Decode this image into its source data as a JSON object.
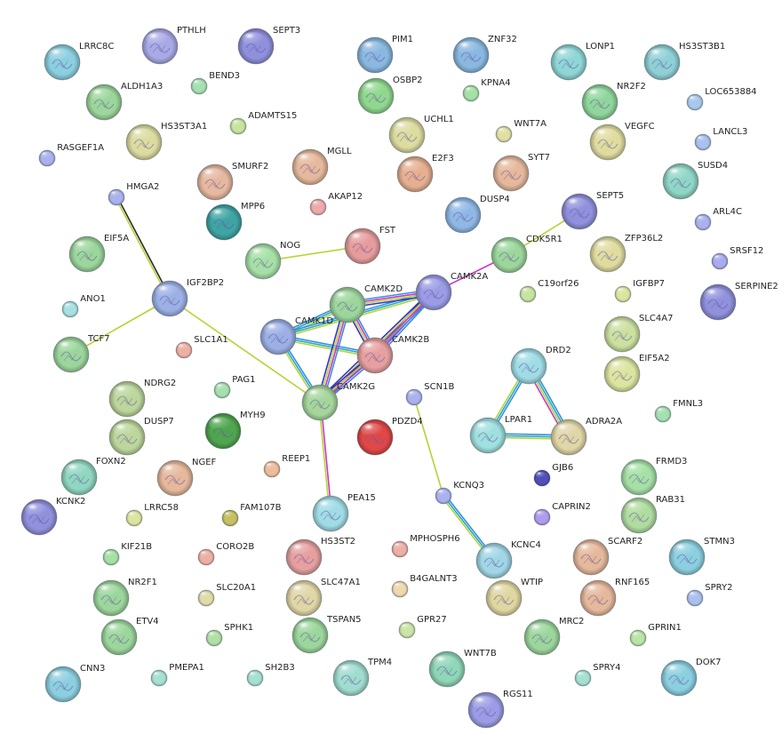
{
  "colors": {
    "coexpression": "#2c2c2c",
    "textmining": "#b5d334",
    "experiments": "#cc33cc",
    "databases": "#3a8fd9",
    "neighborhood": "#3333cc",
    "extra": "#22aacc"
  },
  "nodes": [
    {
      "id": "LRRC8C",
      "label": "LRRC8C",
      "color": "#8ccfe0",
      "size": "large"
    },
    {
      "id": "PTHLH",
      "label": "PTHLH",
      "color": "#a9a9e6",
      "size": "large"
    },
    {
      "id": "SEPT3",
      "label": "SEPT3",
      "color": "#9090dd",
      "size": "large"
    },
    {
      "id": "PIM1",
      "label": "PIM1",
      "color": "#8ab8e0",
      "size": "large"
    },
    {
      "id": "ZNF32",
      "label": "ZNF32",
      "color": "#8ab8e0",
      "size": "large"
    },
    {
      "id": "LONP1",
      "label": "LONP1",
      "color": "#8fd6d6",
      "size": "large"
    },
    {
      "id": "HS3ST3B1",
      "label": "HS3ST3B1",
      "color": "#8fd0d6",
      "size": "large"
    },
    {
      "id": "BEND3",
      "label": "BEND3",
      "color": "#a6e0b0",
      "size": "small"
    },
    {
      "id": "ALDH1A3",
      "label": "ALDH1A3",
      "color": "#9cd69c",
      "size": "large"
    },
    {
      "id": "OSBP2",
      "label": "OSBP2",
      "color": "#90d88f",
      "size": "large"
    },
    {
      "id": "KPNA4",
      "label": "KPNA4",
      "color": "#a6e0a6",
      "size": "small"
    },
    {
      "id": "NR2F2",
      "label": "NR2F2",
      "color": "#90d69c",
      "size": "large"
    },
    {
      "id": "LOC653884",
      "label": "LOC653884",
      "color": "#aac8ee",
      "size": "small"
    },
    {
      "id": "ADAMTS15",
      "label": "ADAMTS15",
      "color": "#c6e4a0",
      "size": "small"
    },
    {
      "id": "HS3ST3A1",
      "label": "HS3ST3A1",
      "color": "#dcdca0",
      "size": "large"
    },
    {
      "id": "UCHL1",
      "label": "UCHL1",
      "color": "#dcdca0",
      "size": "large"
    },
    {
      "id": "WNT7A",
      "label": "WNT7A",
      "color": "#e0e0a6",
      "size": "small"
    },
    {
      "id": "VEGFC",
      "label": "VEGFC",
      "color": "#e0dca0",
      "size": "large"
    },
    {
      "id": "LANCL3",
      "label": "LANCL3",
      "color": "#aac0ee",
      "size": "small"
    },
    {
      "id": "RASGEF1A",
      "label": "RASGEF1A",
      "color": "#aab2ee",
      "size": "small"
    },
    {
      "id": "MGLL",
      "label": "MGLL",
      "color": "#e6b89c",
      "size": "large"
    },
    {
      "id": "E2F3",
      "label": "E2F3",
      "color": "#e6b090",
      "size": "large"
    },
    {
      "id": "SYT7",
      "label": "SYT7",
      "color": "#e6b89c",
      "size": "large"
    },
    {
      "id": "SUSD4",
      "label": "SUSD4",
      "color": "#90d6c6",
      "size": "large"
    },
    {
      "id": "SMURF2",
      "label": "SMURF2",
      "color": "#e6b8a0",
      "size": "large"
    },
    {
      "id": "HMGA2",
      "label": "HMGA2",
      "color": "#aab2ee",
      "size": "small"
    },
    {
      "id": "AKAP12",
      "label": "AKAP12",
      "color": "#eeaaaa",
      "size": "small"
    },
    {
      "id": "MPP6",
      "label": "MPP6",
      "color": "#3fa4a4",
      "size": "large"
    },
    {
      "id": "DUSP4",
      "label": "DUSP4",
      "color": "#90b8e6",
      "size": "large"
    },
    {
      "id": "SEPT5",
      "label": "SEPT5",
      "color": "#9090dd",
      "size": "large"
    },
    {
      "id": "ARL4C",
      "label": "ARL4C",
      "color": "#aab2ee",
      "size": "small"
    },
    {
      "id": "EIF5A",
      "label": "EIF5A",
      "color": "#9cd69c",
      "size": "large"
    },
    {
      "id": "NOG",
      "label": "NOG",
      "color": "#a6e0a6",
      "size": "large"
    },
    {
      "id": "FST",
      "label": "FST",
      "color": "#e69c9c",
      "size": "large"
    },
    {
      "id": "CDK5R1",
      "label": "CDK5R1",
      "color": "#9cd69c",
      "size": "large"
    },
    {
      "id": "ZFP36L2",
      "label": "ZFP36L2",
      "color": "#e0dca0",
      "size": "large"
    },
    {
      "id": "SRSF12",
      "label": "SRSF12",
      "color": "#aaaaee",
      "size": "small"
    },
    {
      "id": "IGF2BP2",
      "label": "IGF2BP2",
      "color": "#9cb0e6",
      "size": "large"
    },
    {
      "id": "CAMK2A",
      "label": "CAMK2A",
      "color": "#9c9ce6",
      "size": "large"
    },
    {
      "id": "C19orf26",
      "label": "C19orf26",
      "color": "#c6e4a0",
      "size": "small"
    },
    {
      "id": "IGFBP7",
      "label": "IGFBP7",
      "color": "#dce4a0",
      "size": "small"
    },
    {
      "id": "SERPINE2",
      "label": "SERPINE2",
      "color": "#9090dd",
      "size": "large"
    },
    {
      "id": "CAMK2D",
      "label": "CAMK2D",
      "color": "#9cd69c",
      "size": "large"
    },
    {
      "id": "ANO1",
      "label": "ANO1",
      "color": "#a6e0e0",
      "size": "small"
    },
    {
      "id": "CAMK1D",
      "label": "CAMK1D",
      "color": "#9cb0e6",
      "size": "large"
    },
    {
      "id": "SLC4A7",
      "label": "SLC4A7",
      "color": "#cce0a0",
      "size": "large"
    },
    {
      "id": "TCF7",
      "label": "TCF7",
      "color": "#9cd69c",
      "size": "large"
    },
    {
      "id": "SLC1A1",
      "label": "SLC1A1",
      "color": "#eeb0a6",
      "size": "small"
    },
    {
      "id": "CAMK2B",
      "label": "CAMK2B",
      "color": "#e6a0a0",
      "size": "large"
    },
    {
      "id": "DRD2",
      "label": "DRD2",
      "color": "#a0dce6",
      "size": "large"
    },
    {
      "id": "EIF5A2",
      "label": "EIF5A2",
      "color": "#dce4a0",
      "size": "large"
    },
    {
      "id": "NDRG2",
      "label": "NDRG2",
      "color": "#bcd69c",
      "size": "large"
    },
    {
      "id": "PAG1",
      "label": "PAG1",
      "color": "#a6e0b0",
      "size": "small"
    },
    {
      "id": "CAMK2G",
      "label": "CAMK2G",
      "color": "#a6d69c",
      "size": "large"
    },
    {
      "id": "SCN1B",
      "label": "SCN1B",
      "color": "#aab2ee",
      "size": "small"
    },
    {
      "id": "DUSP7",
      "label": "DUSP7",
      "color": "#bcd69c",
      "size": "large"
    },
    {
      "id": "MYH9",
      "label": "MYH9",
      "color": "#4fa64f",
      "size": "large"
    },
    {
      "id": "PDZD4",
      "label": "PDZD4",
      "color": "#e04848",
      "size": "large"
    },
    {
      "id": "FMNL3",
      "label": "FMNL3",
      "color": "#a6e0b0",
      "size": "small"
    },
    {
      "id": "LPAR1",
      "label": "LPAR1",
      "color": "#a0e0e0",
      "size": "large"
    },
    {
      "id": "ADRA2A",
      "label": "ADRA2A",
      "color": "#e0d6a6",
      "size": "large"
    },
    {
      "id": "FOXN2",
      "label": "FOXN2",
      "color": "#90d6c0",
      "size": "large"
    },
    {
      "id": "NGEF",
      "label": "NGEF",
      "color": "#e6b89c",
      "size": "large"
    },
    {
      "id": "REEP1",
      "label": "REEP1",
      "color": "#eebc9c",
      "size": "small"
    },
    {
      "id": "FRMD3",
      "label": "FRMD3",
      "color": "#a6e0a6",
      "size": "large"
    },
    {
      "id": "GJB6",
      "label": "GJB6",
      "color": "#5050bb",
      "size": "small"
    },
    {
      "id": "KCNK2",
      "label": "KCNK2",
      "color": "#9090dd",
      "size": "large"
    },
    {
      "id": "KCNQ3",
      "label": "KCNQ3",
      "color": "#aab2ee",
      "size": "small"
    },
    {
      "id": "LRRC58",
      "label": "LRRC58",
      "color": "#dce4a0",
      "size": "small"
    },
    {
      "id": "FAM107B",
      "label": "FAM107B",
      "color": "#c6c060",
      "size": "small"
    },
    {
      "id": "PEA15",
      "label": "PEA15",
      "color": "#a0dce6",
      "size": "large"
    },
    {
      "id": "RAB31",
      "label": "RAB31",
      "color": "#b0dca0",
      "size": "large"
    },
    {
      "id": "CAPRIN2",
      "label": "CAPRIN2",
      "color": "#b09cee",
      "size": "small"
    },
    {
      "id": "KIF21B",
      "label": "KIF21B",
      "color": "#a6e0a6",
      "size": "small"
    },
    {
      "id": "CORO2B",
      "label": "CORO2B",
      "color": "#eeb0a6",
      "size": "small"
    },
    {
      "id": "HS3ST2",
      "label": "HS3ST2",
      "color": "#e6a0a0",
      "size": "large"
    },
    {
      "id": "MPHOSPH6",
      "label": "MPHOSPH6",
      "color": "#eeb0a6",
      "size": "small"
    },
    {
      "id": "KCNC4",
      "label": "KCNC4",
      "color": "#a0d6e6",
      "size": "large"
    },
    {
      "id": "SCARF2",
      "label": "SCARF2",
      "color": "#e6b89c",
      "size": "large"
    },
    {
      "id": "STMN3",
      "label": "STMN3",
      "color": "#8ccfe0",
      "size": "large"
    },
    {
      "id": "NR2F1",
      "label": "NR2F1",
      "color": "#9cd69c",
      "size": "large"
    },
    {
      "id": "SLC20A1",
      "label": "SLC20A1",
      "color": "#e0dcaa",
      "size": "small"
    },
    {
      "id": "SLC47A1",
      "label": "SLC47A1",
      "color": "#e0d6a6",
      "size": "large"
    },
    {
      "id": "B4GALNT3",
      "label": "B4GALNT3",
      "color": "#eed8b0",
      "size": "small"
    },
    {
      "id": "WTIP",
      "label": "WTIP",
      "color": "#e0d6a0",
      "size": "large"
    },
    {
      "id": "RNF165",
      "label": "RNF165",
      "color": "#e6b89c",
      "size": "large"
    },
    {
      "id": "SPRY2",
      "label": "SPRY2",
      "color": "#aac0ee",
      "size": "small"
    },
    {
      "id": "ETV4",
      "label": "ETV4",
      "color": "#9cd69c",
      "size": "large"
    },
    {
      "id": "SPHK1",
      "label": "SPHK1",
      "color": "#b0e0a6",
      "size": "small"
    },
    {
      "id": "TSPAN5",
      "label": "TSPAN5",
      "color": "#9cd69c",
      "size": "large"
    },
    {
      "id": "GPR27",
      "label": "GPR27",
      "color": "#cce4a6",
      "size": "small"
    },
    {
      "id": "MRC2",
      "label": "MRC2",
      "color": "#9cd69c",
      "size": "large"
    },
    {
      "id": "GPRIN1",
      "label": "GPRIN1",
      "color": "#bce4a6",
      "size": "small"
    },
    {
      "id": "CNN3",
      "label": "CNN3",
      "color": "#8ccfe0",
      "size": "large"
    },
    {
      "id": "PMEPA1",
      "label": "PMEPA1",
      "color": "#a6e0d0",
      "size": "small"
    },
    {
      "id": "SH2B3",
      "label": "SH2B3",
      "color": "#a6e0d0",
      "size": "small"
    },
    {
      "id": "TPM4",
      "label": "TPM4",
      "color": "#a0dcd0",
      "size": "large"
    },
    {
      "id": "WNT7B",
      "label": "WNT7B",
      "color": "#90d6b8",
      "size": "large"
    },
    {
      "id": "RGS11",
      "label": "RGS11",
      "color": "#9c9ce6",
      "size": "large"
    },
    {
      "id": "SPRY4",
      "label": "SPRY4",
      "color": "#a6e0d0",
      "size": "small"
    },
    {
      "id": "DOK7",
      "label": "DOK7",
      "color": "#8ccfe0",
      "size": "large"
    }
  ],
  "edges": [
    {
      "source": "HMGA2",
      "target": "IGF2BP2",
      "types": [
        "coexpression",
        "textmining"
      ]
    },
    {
      "source": "IGF2BP2",
      "target": "TCF7",
      "types": [
        "textmining"
      ]
    },
    {
      "source": "IGF2BP2",
      "target": "CAMK2G",
      "types": [
        "textmining"
      ]
    },
    {
      "source": "NOG",
      "target": "FST",
      "types": [
        "textmining"
      ]
    },
    {
      "source": "CAMK2A",
      "target": "CDK5R1",
      "types": [
        "experiments"
      ]
    },
    {
      "source": "CDK5R1",
      "target": "SEPT5",
      "types": [
        "textmining"
      ]
    },
    {
      "source": "CAMK1D",
      "target": "CAMK2D",
      "types": [
        "databases",
        "extra",
        "textmining"
      ]
    },
    {
      "source": "CAMK1D",
      "target": "CAMK2A",
      "types": [
        "databases",
        "extra",
        "textmining"
      ]
    },
    {
      "source": "CAMK1D",
      "target": "CAMK2B",
      "types": [
        "databases",
        "extra",
        "textmining"
      ]
    },
    {
      "source": "CAMK1D",
      "target": "CAMK2G",
      "types": [
        "databases",
        "extra",
        "textmining"
      ]
    },
    {
      "source": "CAMK2D",
      "target": "CAMK2A",
      "types": [
        "databases",
        "experiments",
        "textmining",
        "neighborhood"
      ]
    },
    {
      "source": "CAMK2D",
      "target": "CAMK2B",
      "types": [
        "databases",
        "experiments",
        "textmining",
        "neighborhood"
      ]
    },
    {
      "source": "CAMK2D",
      "target": "CAMK2G",
      "types": [
        "databases",
        "experiments",
        "textmining",
        "neighborhood"
      ]
    },
    {
      "source": "CAMK2A",
      "target": "CAMK2B",
      "types": [
        "databases",
        "experiments",
        "textmining",
        "neighborhood"
      ]
    },
    {
      "source": "CAMK2A",
      "target": "CAMK2G",
      "types": [
        "databases",
        "experiments",
        "textmining",
        "neighborhood"
      ]
    },
    {
      "source": "CAMK2B",
      "target": "CAMK2G",
      "types": [
        "databases",
        "experiments",
        "textmining",
        "neighborhood"
      ]
    },
    {
      "source": "CAMK2G",
      "target": "PEA15",
      "types": [
        "experiments",
        "textmining"
      ]
    },
    {
      "source": "DRD2",
      "target": "LPAR1",
      "types": [
        "databases",
        "extra",
        "textmining"
      ]
    },
    {
      "source": "DRD2",
      "target": "ADRA2A",
      "types": [
        "databases",
        "extra",
        "textmining",
        "experiments"
      ]
    },
    {
      "source": "LPAR1",
      "target": "ADRA2A",
      "types": [
        "databases",
        "extra",
        "textmining"
      ]
    },
    {
      "source": "SCN1B",
      "target": "KCNQ3",
      "types": [
        "textmining"
      ]
    },
    {
      "source": "KCNQ3",
      "target": "KCNC4",
      "types": [
        "databases",
        "extra",
        "textmining"
      ]
    }
  ]
}
